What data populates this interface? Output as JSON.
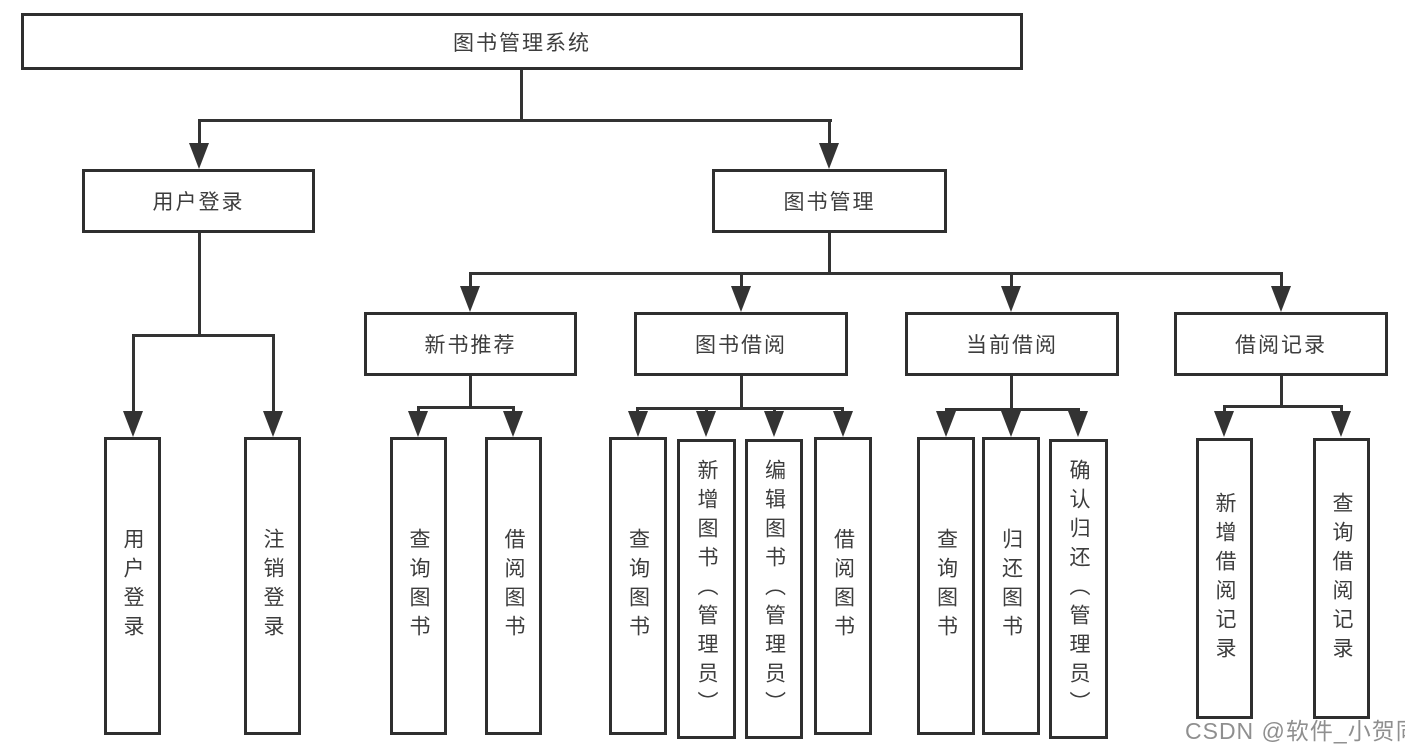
{
  "diagram": {
    "background_color": "#ffffff",
    "line_color": "#333333",
    "text_color": "#3d3d3d",
    "watermark": {
      "text": "CSDN @软件_小贺同学",
      "color": "#8f8f8f"
    }
  },
  "nodes": {
    "root": "图书管理系统",
    "level2": {
      "user_login": "用户登录",
      "book_mgmt": "图书管理"
    },
    "level3": {
      "new_book_rec": "新书推荐",
      "book_borrow": "图书借阅",
      "current_borrow": "当前借阅",
      "borrow_record": "借阅记录"
    },
    "leaves": {
      "user_login_leaf": "用户登录",
      "logout": "注销登录",
      "rec_query": "查询图书",
      "rec_borrow": "借阅图书",
      "bb_query": "查询图书",
      "bb_add": "新增图书（管理员）",
      "bb_edit": "编辑图书（管理员）",
      "bb_borrow": "借阅图书",
      "cb_query": "查询图书",
      "cb_return": "归还图书",
      "cb_confirm": "确认归还（管理员）",
      "br_add": "新增借阅记录",
      "br_query": "查询借阅记录"
    }
  }
}
